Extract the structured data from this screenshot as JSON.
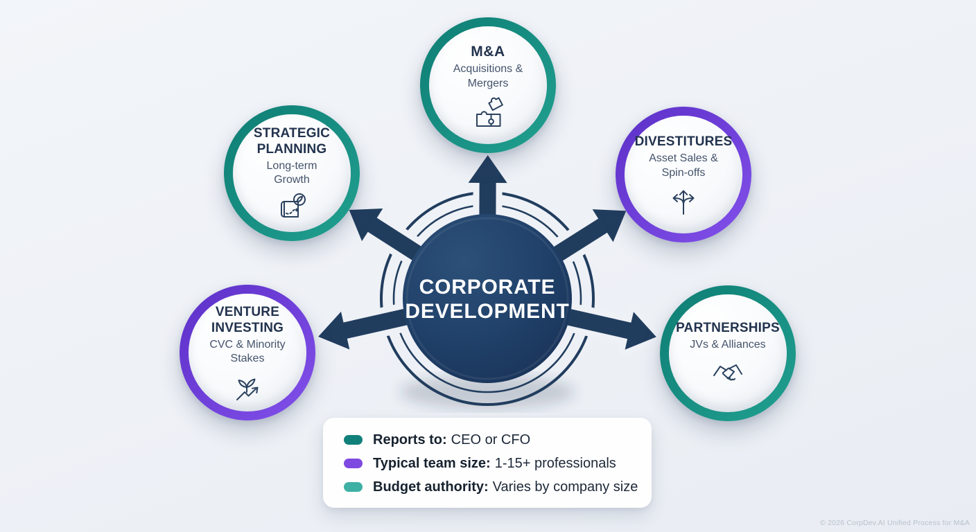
{
  "center": {
    "line1": "CORPORATE",
    "line2": "DEVELOPMENT",
    "fill": "#1f3d60",
    "arrow_color": "#213d5e"
  },
  "nodes": [
    {
      "id": "ma",
      "title": "M&A",
      "subtitle": "Acquisitions & Mergers",
      "icon": "puzzle-pieces-icon",
      "ring_color": "#0e7d74",
      "ring_color_2": "#21a090"
    },
    {
      "id": "strategic-planning",
      "title": "STRATEGIC PLANNING",
      "subtitle": "Long-term Growth",
      "icon": "map-route-compass-icon",
      "ring_color": "#0e7d74",
      "ring_color_2": "#21a090"
    },
    {
      "id": "divestitures",
      "title": "DIVESTITURES",
      "subtitle": "Asset Sales & Spin-offs",
      "icon": "branching-arrows-icon",
      "ring_color": "#5c30c8",
      "ring_color_2": "#8250ea"
    },
    {
      "id": "venture-investing",
      "title": "VENTURE INVESTING",
      "subtitle": "CVC & Minority Stakes",
      "icon": "sprout-growth-arrow-icon",
      "ring_color": "#5c30c8",
      "ring_color_2": "#8250ea"
    },
    {
      "id": "partnerships",
      "title": "PARTNERSHIPS",
      "subtitle": "JVs & Alliances",
      "icon": "handshake-icon",
      "ring_color": "#0e7d74",
      "ring_color_2": "#21a090"
    }
  ],
  "legend": {
    "items": [
      {
        "label": "Reports to:",
        "value": "CEO or CFO",
        "bullet_color": "#11807a"
      },
      {
        "label": "Typical team size:",
        "value": "1-15+ professionals",
        "bullet_color": "#7e49e0"
      },
      {
        "label": "Budget authority:",
        "value": "Varies by company size",
        "bullet_color": "#3eb0a4"
      }
    ]
  },
  "footer": {
    "copyright": "© 2026 CorpDev.AI Unified Process for M&A"
  }
}
